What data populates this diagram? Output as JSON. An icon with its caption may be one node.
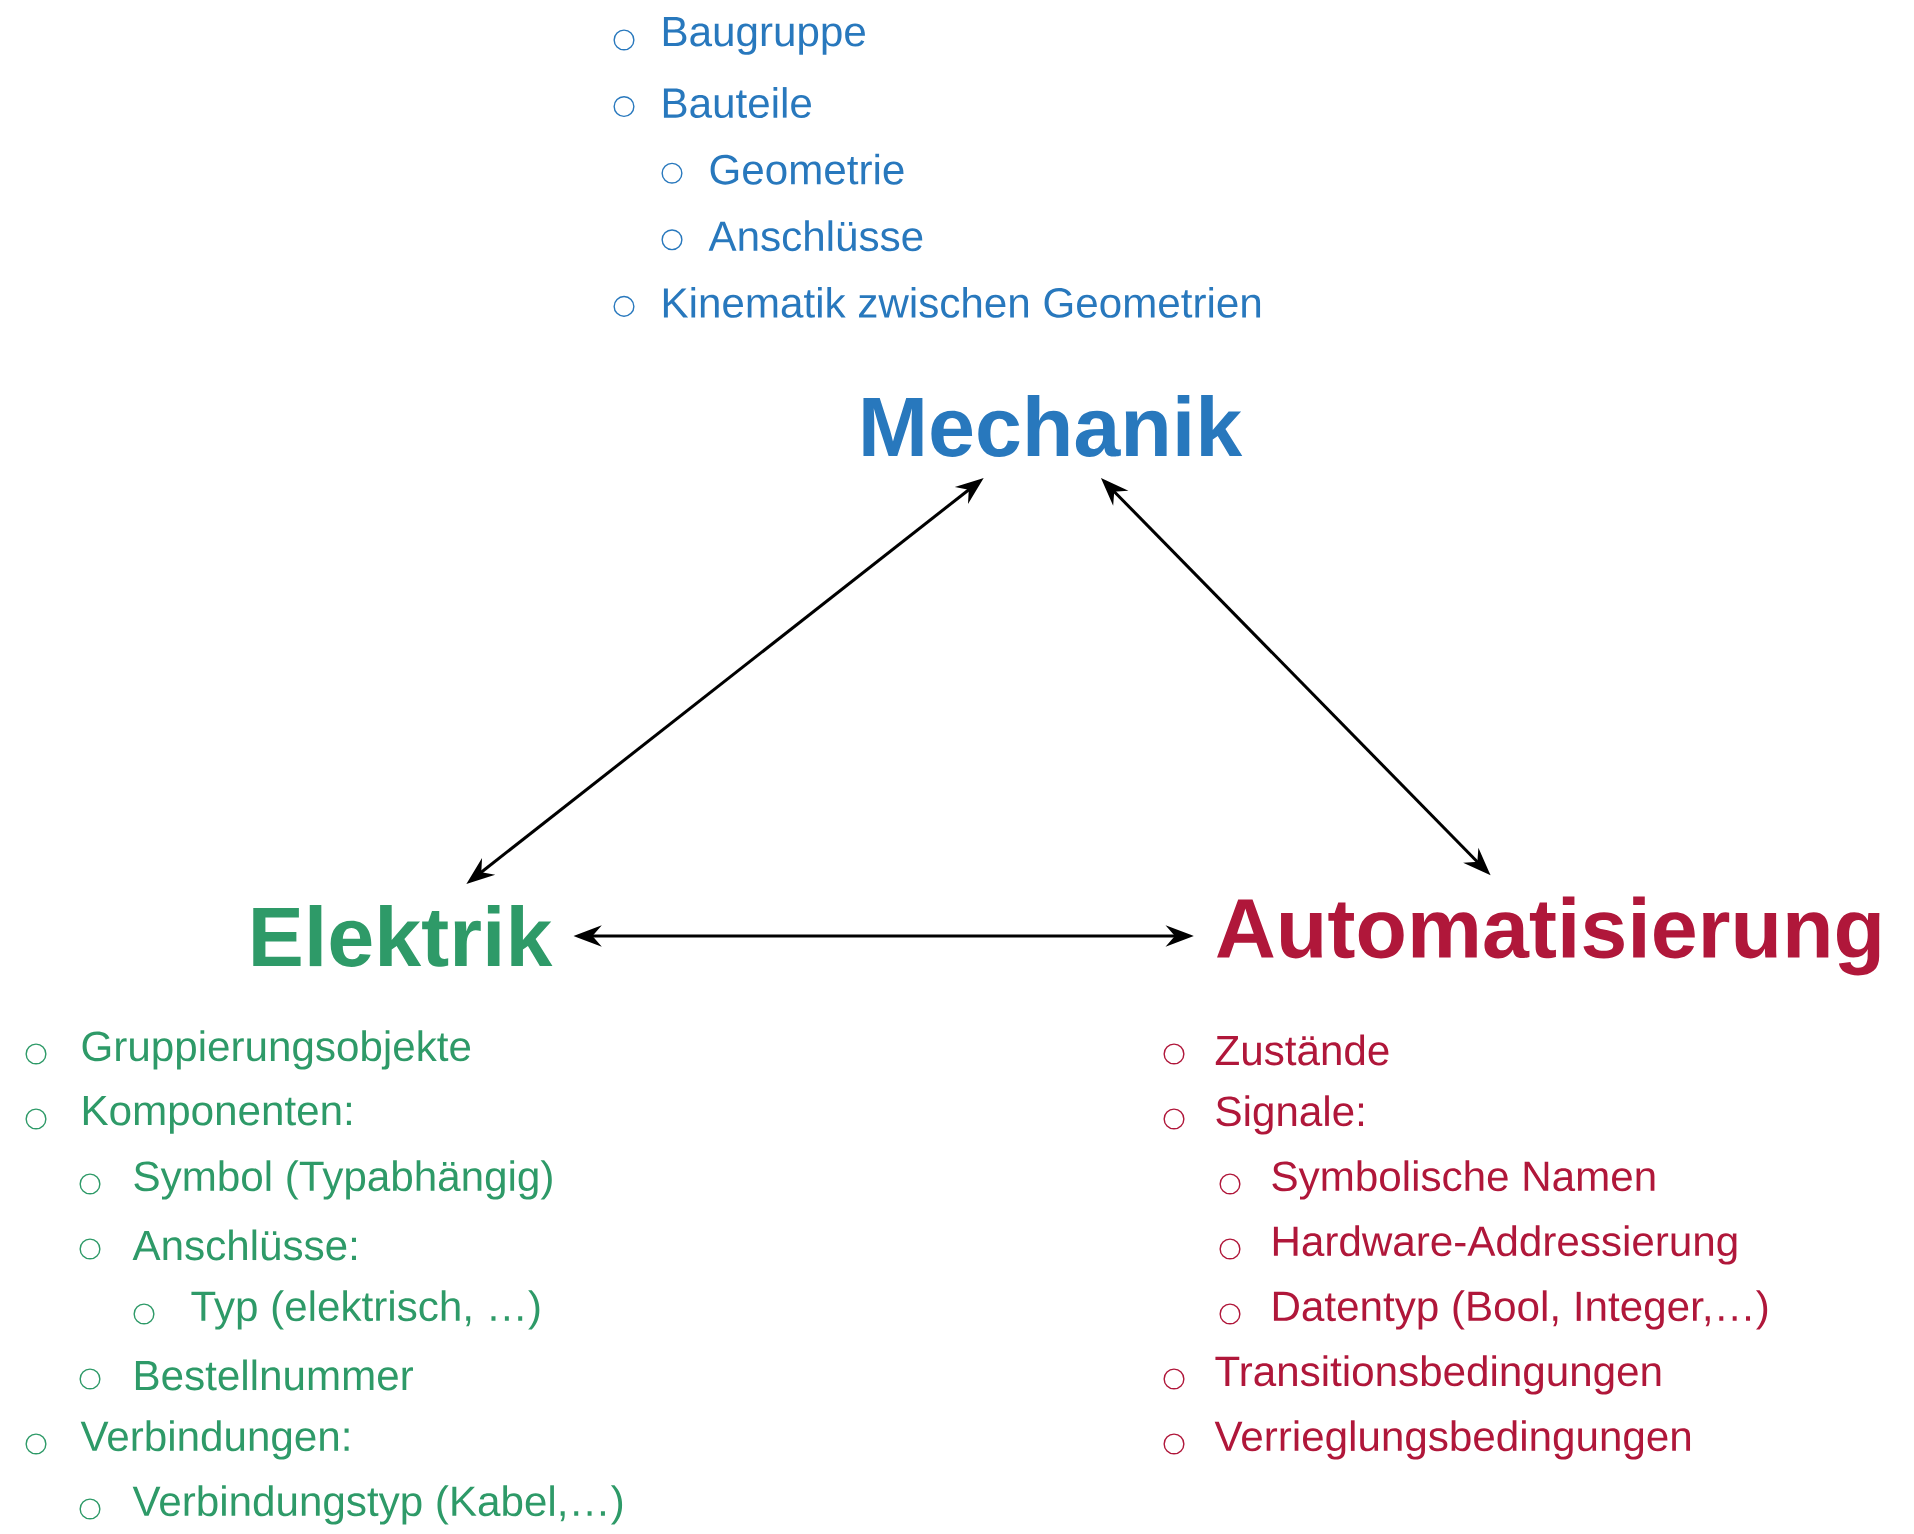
{
  "diagram": {
    "nodes": [
      {
        "text": [
          "Mechanik"
        ],
        "beside": [
          "Baugruppe",
          "Bauteile",
          "Geometrie",
          "Anschlüsse",
          "Kinematik zwischen Geometrien"
        ]
      },
      {
        "text": [
          "Elektrik"
        ],
        "beside": [
          "Gruppierungsobjekte",
          "Komponenten:",
          "Symbol (Typabhängig)",
          "Anschlüsse:",
          "Typ (elektrisch, …)",
          "Bestellnummer",
          "Verbindungen:",
          "Verbindungstyp (Kabel,…)"
        ]
      },
      {
        "text": [
          "Automatisierung"
        ],
        "beside": [
          "Zustände",
          "Signale:",
          "Symbolische Namen",
          "Hardware-Addressierung",
          "Datentyp (Bool, Integer,…)",
          "Transitionsbedingungen",
          "Verrieglungsbedingungen"
        ]
      }
    ],
    "edges": [
      {
        "from": 0,
        "to": 1,
        "arrow": "both"
      },
      {
        "from": 0,
        "to": 2,
        "arrow": "both"
      },
      {
        "from": 1,
        "to": 2,
        "arrow": "both"
      }
    ]
  }
}
